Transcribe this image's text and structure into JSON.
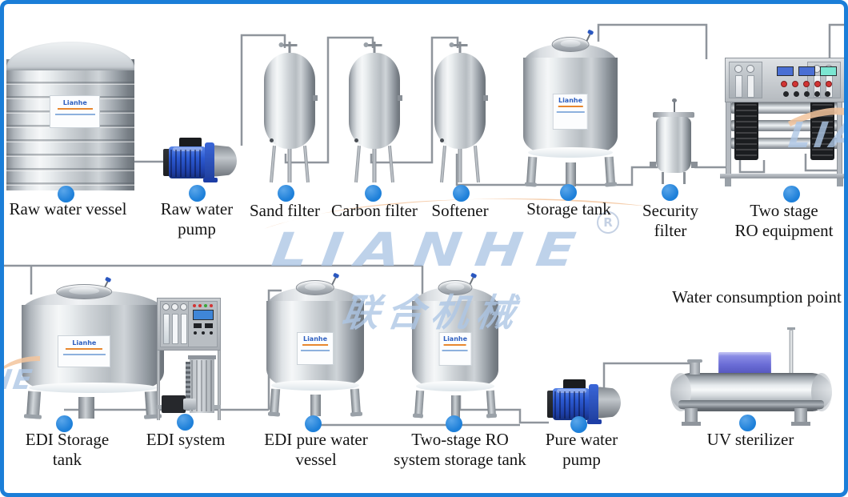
{
  "page": {
    "background": "#ffffff",
    "border_color": "#1b7ed8"
  },
  "colors": {
    "dot": "#1e80d9",
    "pipe": "#8f959c",
    "label_text": "#141414",
    "watermark_text": "#aec7e6",
    "watermark_swoosh": "#f3c49c"
  },
  "watermark": {
    "brand": "LIANHE",
    "registered_mark": "R",
    "chinese": "联合机械",
    "partial_left": "HE",
    "partial_right": "LIA"
  },
  "sticker": {
    "brand": "Lianhe"
  },
  "labels": {
    "raw_water_vessel": {
      "l1": "Raw water vessel"
    },
    "raw_water_pump": {
      "l1": "Raw water",
      "l2": "pump"
    },
    "sand_filter": {
      "l1": "Sand filter"
    },
    "carbon_filter": {
      "l1": "Carbon filter"
    },
    "softener": {
      "l1": "Softener"
    },
    "storage_tank": {
      "l1": "Storage tank"
    },
    "security_filter": {
      "l1": "Security",
      "l2": "filter"
    },
    "two_stage_ro": {
      "l1": "Two stage",
      "l2": "RO equipment"
    },
    "edi_storage_tank": {
      "l1": "EDI Storage",
      "l2": "tank"
    },
    "edi_system": {
      "l1": "EDI system"
    },
    "edi_pure_water_vessel": {
      "l1": "EDI pure water",
      "l2": "vessel"
    },
    "two_stage_ro_storage": {
      "l1": "Two-stage RO",
      "l2": "system storage tank"
    },
    "pure_water_pump": {
      "l1": "Pure water",
      "l2": "pump"
    },
    "uv_sterilizer": {
      "l1": "UV sterilizer"
    },
    "water_consumption_point": {
      "l1": "Water consumption point"
    }
  }
}
